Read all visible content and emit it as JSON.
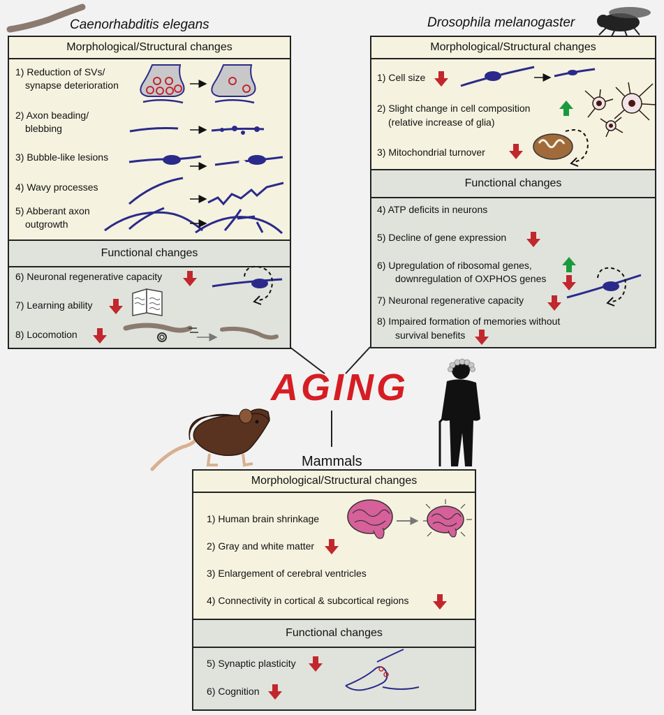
{
  "center": {
    "title": "AGING"
  },
  "celegans": {
    "species": "Caenorhabditis elegans",
    "morph_header": "Morphological/Structural changes",
    "func_header": "Functional changes",
    "items": [
      "1) Reduction of SVs/",
      "synapse deterioration",
      "2) Axon beading/",
      "blebbing",
      "3) Bubble-like lesions",
      "4) Wavy processes",
      "5) Abberant axon",
      "outgrowth",
      "6) Neuronal regenerative capacity",
      "7) Learning ability",
      "8) Locomotion"
    ]
  },
  "drosophila": {
    "species": "Drosophila melanogaster",
    "morph_header": "Morphological/Structural changes",
    "func_header": "Functional changes",
    "items": [
      "1) Cell size",
      "2) Slight change in cell composition",
      "(relative increase of glia)",
      "3) Mitochondrial turnover",
      "4) ATP deficits in neurons",
      "5) Decline of gene expression",
      "6) Upregulation of ribosomal genes,",
      "downregulation of OXPHOS genes",
      "7) Neuronal regenerative capacity",
      "8) Impaired formation of memories without",
      "survival benefits"
    ]
  },
  "mammals": {
    "label": "Mammals",
    "morph_header": "Morphological/Structural changes",
    "func_header": "Functional changes",
    "items": [
      "1) Human brain shrinkage",
      "2) Gray and white matter",
      "3) Enlargement of cerebral ventricles",
      "4) Connectivity in cortical & subcortical regions",
      "5) Synaptic plasticity",
      "6) Cognition"
    ]
  },
  "colors": {
    "decrease": "#c1272d",
    "increase": "#1a9a3c",
    "axon": "#2b2a8a",
    "aging": "#d51e24"
  }
}
